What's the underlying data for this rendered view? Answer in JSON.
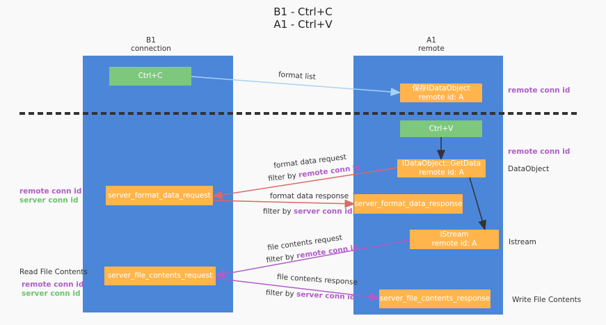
{
  "title": {
    "line1": "B1 - Ctrl+C",
    "line2": "A1 - Ctrl+V"
  },
  "lanes": {
    "left": {
      "name": "B1",
      "sub": "connection"
    },
    "right": {
      "name": "A1",
      "sub": "remote"
    }
  },
  "nodes": {
    "ctrl_c": "Ctrl+C",
    "save_obj": "保存IDataObject",
    "save_obj_id": "remote id: A",
    "ctrl_v": "Ctrl+V",
    "getdata": "IDataObject::GetData",
    "getdata_id": "remote id: A",
    "fdreq": "server_format_data_request",
    "fdresp": "server_format_data_response",
    "istream": "IStream",
    "istream_id": "remote id: A",
    "fcreq": "server_file_contents_request",
    "fcresp": "server_file_contents_response"
  },
  "edges": {
    "format_list": "format list",
    "fd_request": "format data request",
    "fd_response": "format data response",
    "fc_request": "file contents request",
    "fc_response": "file contents response",
    "filter_by": "filter by"
  },
  "notes": {
    "remote_conn_id": "remote conn id",
    "server_conn_id": "server conn id",
    "dataobject": "DataObject",
    "istream": "Istream",
    "read_file": "Read File Contents",
    "write_file": "Write File Contents"
  },
  "colors": {
    "lane": "#4b86d9",
    "node": "#ffb54c",
    "trigger": "#7ec87e",
    "remote": "#b05cc8",
    "server": "#6cc36c",
    "request": "#e06666"
  }
}
